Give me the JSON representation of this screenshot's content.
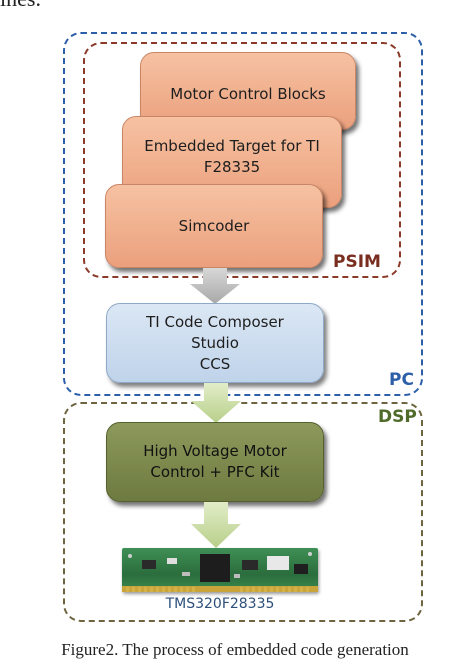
{
  "header_fragment": "ines.",
  "regions": {
    "pc": "PC",
    "psim": "PSIM",
    "dsp": "DSP"
  },
  "psim_blocks": {
    "motor_control": "Motor Control Blocks",
    "embedded_target_line1": "Embedded Target for TI",
    "embedded_target_line2": "F28335",
    "simcoder": "Simcoder"
  },
  "ccs_block": {
    "line1": "TI Code Composer",
    "line2": "Studio",
    "line3": "CCS"
  },
  "dsp_block": {
    "line1": "High Voltage Motor",
    "line2": "Control + PFC Kit"
  },
  "chip_label": "TMS320F28335",
  "caption": "Figure2. The process of embedded code generation",
  "colors": {
    "pc_border": "#2c5fa8",
    "psim_border": "#8b3a2a",
    "dsp_border": "#6e6540",
    "orange_block": "#eba07d",
    "blue_block": "#bfd3ea",
    "green_block": "#6d7a40",
    "arrow_gray": "#b5b5b5",
    "arrow_green": "#c9dca0"
  }
}
